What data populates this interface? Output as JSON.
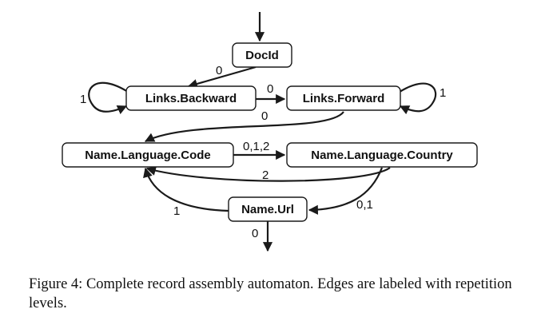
{
  "nodes": {
    "docid": "DocId",
    "links_backward": "Links.Backward",
    "links_forward": "Links.Forward",
    "name_language_code": "Name.Language.Code",
    "name_language_country": "Name.Language.Country",
    "name_url": "Name.Url"
  },
  "edge_labels": {
    "docid_to_backward": "0",
    "backward_to_forward": "0",
    "forward_to_code": "0",
    "code_to_country": "0,1,2",
    "country_to_code": "2",
    "country_to_url": "0,1",
    "url_to_code": "1",
    "url_exit": "0",
    "backward_self": "1",
    "forward_self": "1"
  },
  "caption": "Figure 4: Complete record assembly automaton. Edges are labeled with repetition levels."
}
